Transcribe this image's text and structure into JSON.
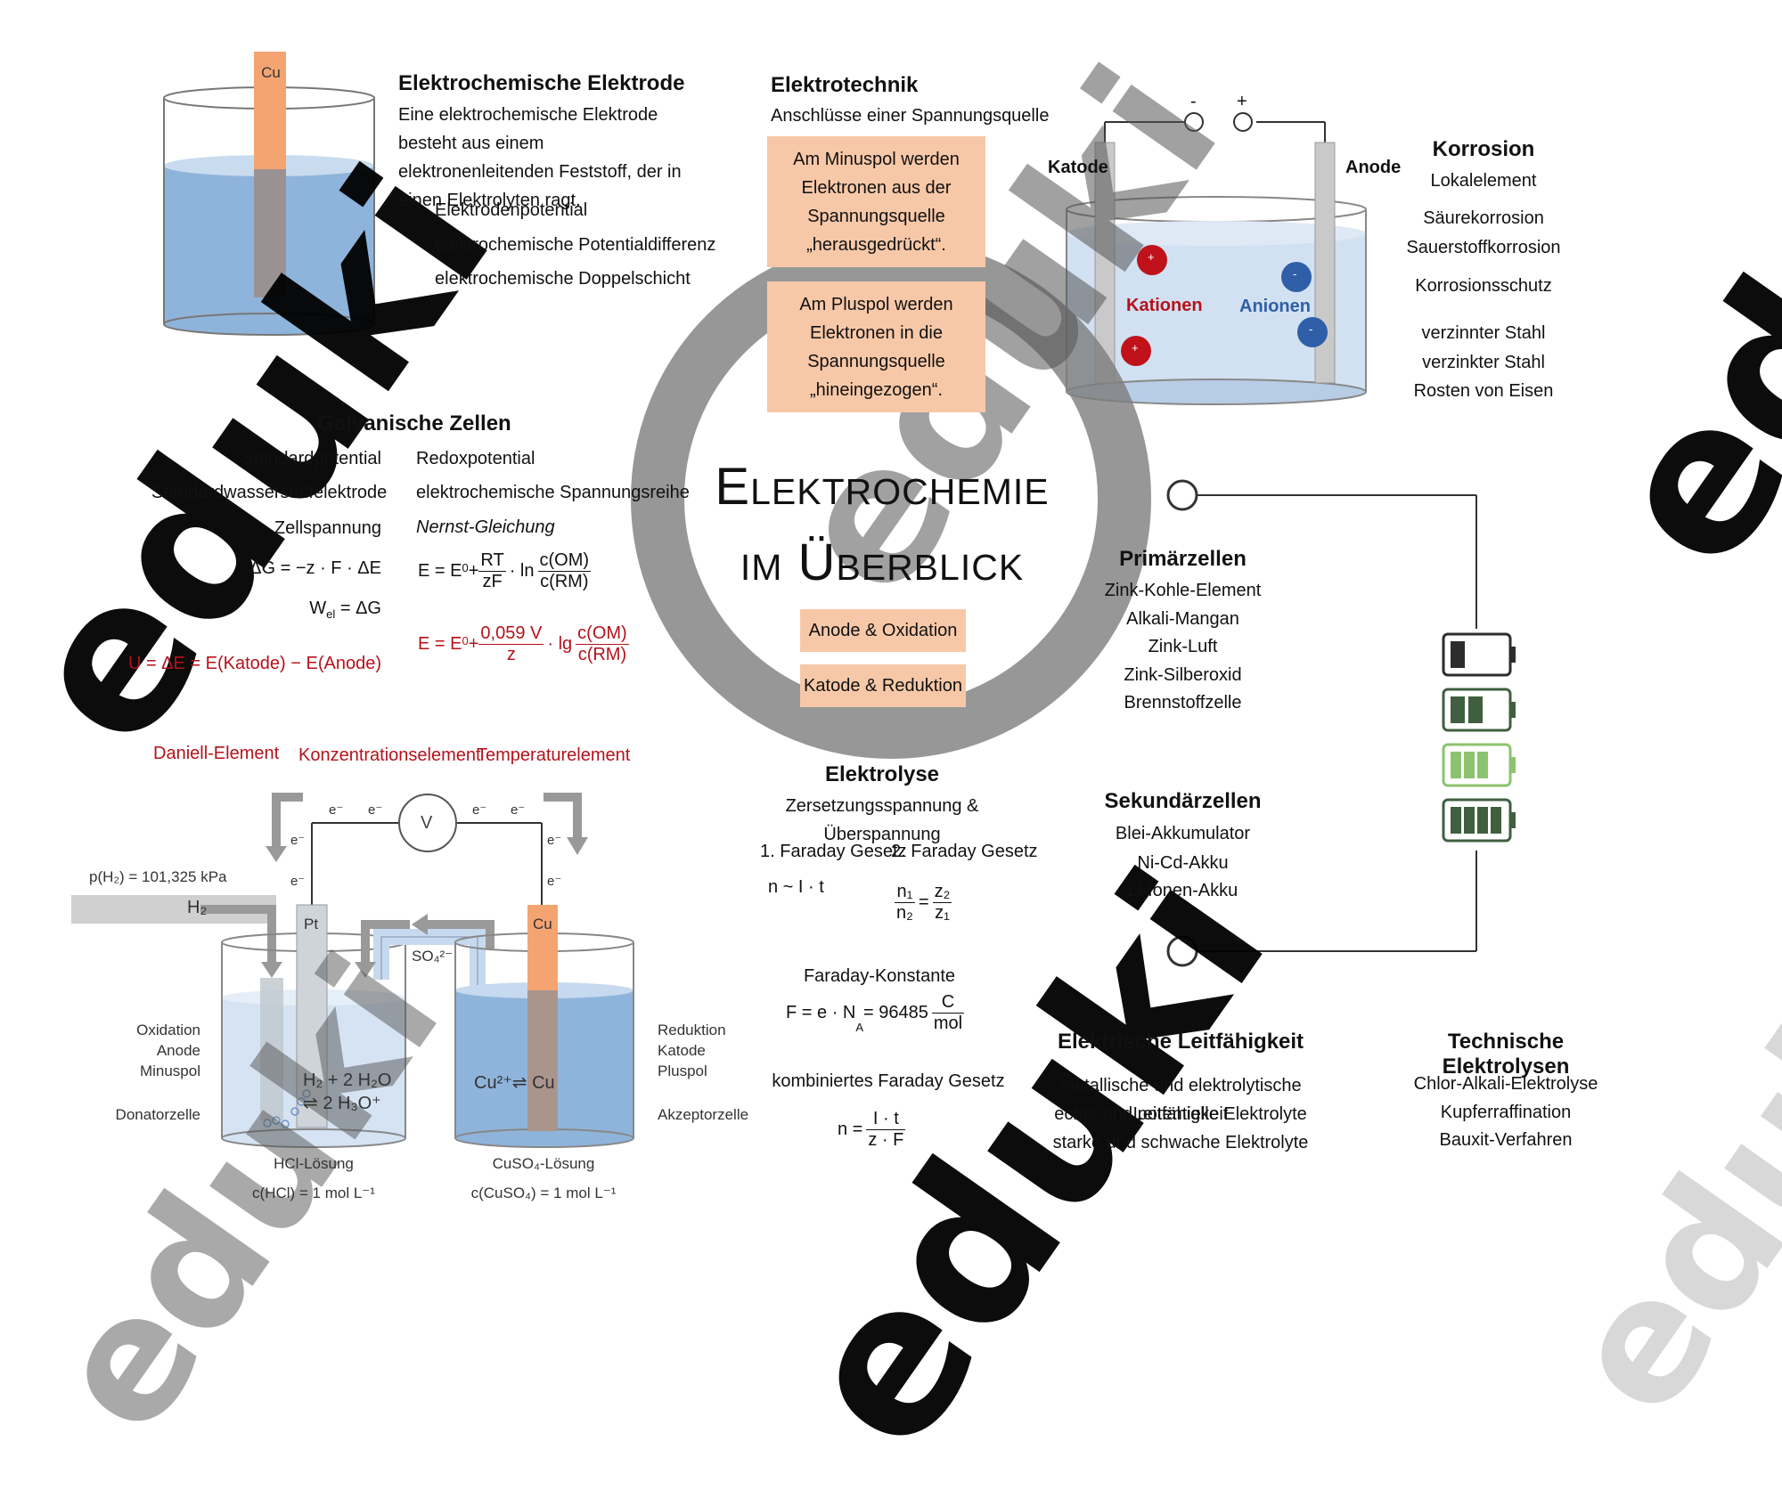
{
  "title": {
    "line1": "Elektrochemie",
    "line2": "im Überblick"
  },
  "center_boxes": [
    "Anode & Oxidation",
    "Katode & Reduktion"
  ],
  "elektrode": {
    "heading": "Elektrochemische Elektrode",
    "text": "Eine elektrochemische Elektrode besteht aus einem elektronenleitenden Feststoff, der in einen Elektrolyten ragt.",
    "items": [
      "Elektrodenpotential",
      "elektrochemische Potentialdifferenz",
      "elektrochemische Doppelschicht"
    ],
    "cu_label": "Cu"
  },
  "elektrotechnik": {
    "heading": "Elektrotechnik",
    "subheading": "Anschlüsse einer Spannungsquelle",
    "box1": "Am Minuspol werden Elektronen aus der Spannungsquelle „herausgedrückt“.",
    "box2": "Am Pluspol werden Elektronen in die Spannungsquelle „hineingezogen“."
  },
  "zelle_diagram": {
    "minus": "-",
    "plus": "+",
    "katode": "Katode",
    "anode": "Anode",
    "kationen": "Kationen",
    "anionen": "Anionen",
    "ion_plus": "+",
    "ion_minus": "-"
  },
  "korrosion": {
    "heading": "Korrosion",
    "items": [
      "Lokalelement",
      "Säurekorrosion",
      "Sauerstoffkorrosion",
      "Korrosionsschutz",
      "verzinnter Stahl",
      "verzinkter Stahl",
      "Rosten von Eisen"
    ]
  },
  "galvanisch": {
    "heading": "Galvanische Zellen",
    "left": [
      "Standardpotential",
      "Standardwasserstoffelektrode",
      "Zellspannung"
    ],
    "right": [
      "Redoxpotential",
      "elektrochemische Spannungsreihe",
      "Nernst-Gleichung"
    ],
    "eq_dg": "ΔG = −z · F · ΔE",
    "eq_wel": "W",
    "eq_wel_sub": "el",
    "eq_wel_rest": " = ΔG",
    "eq_u": "U = ΔE = E(Katode) − E(Anode)",
    "nernst1": {
      "lhs": "E = E",
      "sup": "0",
      "plus": "+",
      "f1n": "RT",
      "f1d": "zF",
      "ln": "· ln",
      "f2n": "c(OM)",
      "f2d": "c(RM)"
    },
    "nernst2": {
      "lhs": "E = E",
      "sup": "0",
      "plus": "+",
      "f1n": "0,059 V",
      "f1d": "z",
      "lg": "· lg",
      "f2n": "c(OM)",
      "f2d": "c(RM)"
    }
  },
  "elemente": [
    "Daniell-Element",
    "Konzentrationselement",
    "Temperaturelement"
  ],
  "daniell": {
    "v": "V",
    "e": "e⁻",
    "pressure": "p(H₂) = 101,325 kPa",
    "h2": "H₂",
    "pt": "Pt",
    "cu": "Cu",
    "so4": "SO₄²⁻",
    "left_labels": [
      "Oxidation",
      "Anode",
      "Minuspol",
      "Donatorzelle"
    ],
    "right_labels": [
      "Reduktion",
      "Katode",
      "Pluspol",
      "Akzeptorzelle"
    ],
    "left_eq1": "H₂ + 2 H₂O",
    "left_eq2": "⇌ 2 H₃O⁺",
    "right_eq": "Cu²⁺⇌ Cu",
    "left_sol": "HCl-Lösung",
    "left_conc": "c(HCl) = 1 mol L⁻¹",
    "right_sol": "CuSO₄-Lösung",
    "right_conc": "c(CuSO₄) = 1 mol L⁻¹"
  },
  "elektrolyse": {
    "heading": "Elektrolyse",
    "sub": "Zersetzungsspannung & Überspannung",
    "faraday1": "1. Faraday Gesetz",
    "faraday2": "2. Faraday Gesetz",
    "prop": "n ~ I · t",
    "ratio": {
      "n1": "n₁",
      "n2": "n₂",
      "z2": "z₂",
      "z1": "z₁"
    },
    "konstante": "Faraday-Konstante",
    "f_eq": "F = e · N",
    "f_sub": "A",
    "f_val": " = 96485",
    "f_unit_n": "C",
    "f_unit_d": "mol",
    "kombi": "kombiniertes Faraday Gesetz",
    "kombi_eq_n": "I · t",
    "kombi_eq_lhs": "n ="
  },
  "primaer": {
    "heading": "Primärzellen",
    "items": [
      "Zink-Kohle-Element",
      "Alkali-Mangan",
      "Zink-Luft",
      "Zink-Silberoxid",
      "Brennstoffzelle"
    ]
  },
  "sekundaer": {
    "heading": "Sekundärzellen",
    "items": [
      "Blei-Akkumulator",
      "Ni-Cd-Akku",
      "Li-Ionen-Akku"
    ]
  },
  "leitfaehigkeit": {
    "heading": "Elektrische Leitfähigkeit",
    "items": [
      "metallische und elektrolytische Leitfähigkeit",
      "echte und potentielle Elektrolyte",
      "starke und schwache Elektrolyte"
    ]
  },
  "technisch": {
    "heading": "Technische Elektrolysen",
    "items": [
      "Chlor-Alkali-Elektrolyse",
      "Kupferraffination",
      "Bauxit-Verfahren"
    ]
  },
  "watermark": "eduki",
  "colors": {
    "box": "#f7c8a8",
    "red": "#b5121b",
    "blue": "#2f5fa8",
    "copper": "#f4a471",
    "water": "#8fb4db",
    "battery": "#3f5f3f",
    "battery_light": "#8cc36f"
  }
}
